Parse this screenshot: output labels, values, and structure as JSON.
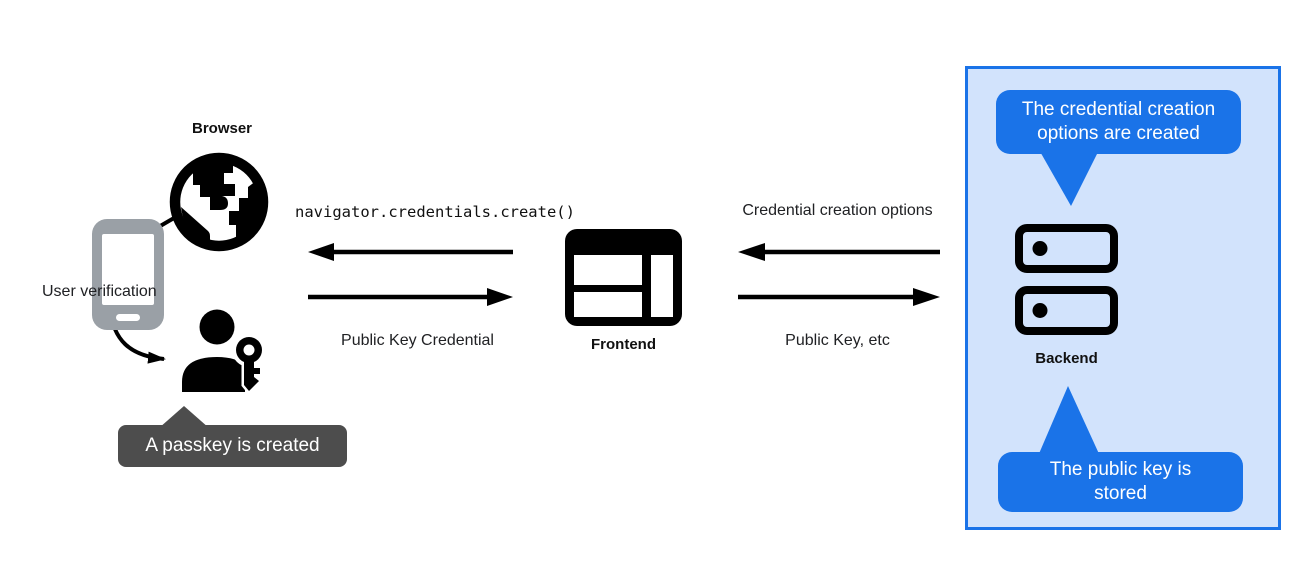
{
  "nodes": {
    "browser": {
      "label": "Browser"
    },
    "frontend": {
      "label": "Frontend"
    },
    "backend": {
      "label": "Backend"
    },
    "user_verification": {
      "label": "User verification"
    }
  },
  "messages": {
    "api_call": "navigator.credentials.create()",
    "public_key_credential": "Public Key Credential",
    "credential_creation_options": "Credential creation options",
    "public_key_etc": "Public Key, etc"
  },
  "tooltips": {
    "passkey_created": "A passkey is created",
    "options_created": [
      "The credential creation",
      "options are created"
    ],
    "public_key_stored": [
      "The public key is",
      "stored"
    ]
  },
  "icons": {
    "browser": "globe-icon",
    "device": "smartphone-icon",
    "user": "person-with-key-icon",
    "frontend": "browser-window-icon",
    "backend": "server-stack-icon"
  },
  "colors": {
    "accent_blue": "#1a73e8",
    "panel_light_blue": "#d2e3fc",
    "tooltip_gray": "#4d4d4d",
    "phone_gray": "#9aa0a6",
    "icon_black": "#000000",
    "text": "#202124"
  }
}
